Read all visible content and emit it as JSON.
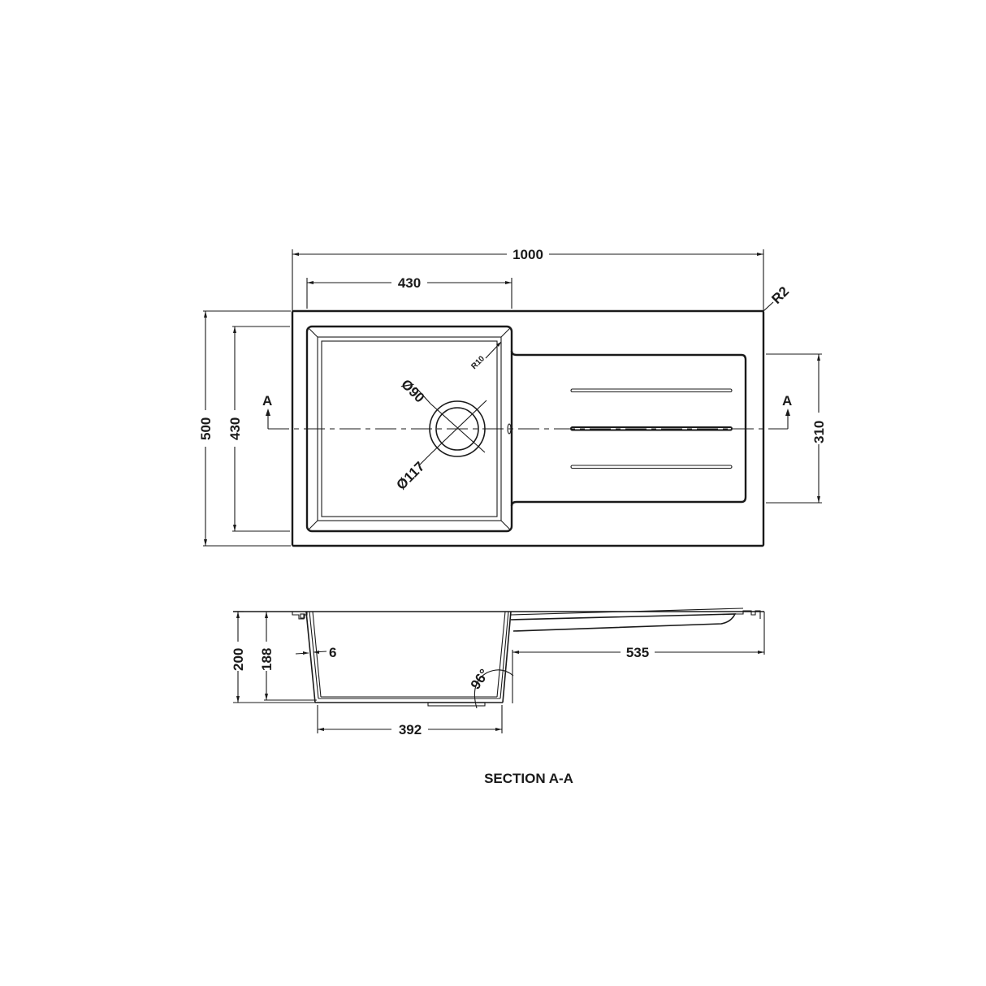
{
  "drawing": {
    "title": "SECTION A-A",
    "plan_view": {
      "overall_width": "1000",
      "bowl_width": "430",
      "overall_depth": "500",
      "bowl_depth": "430",
      "drainer_depth": "310",
      "corner_radius_outer": "R2",
      "corner_radius_bowl": "R10",
      "waste_inner_diameter": "Ø90",
      "waste_outer_diameter": "Ø117",
      "section_marker_left": "A",
      "section_marker_right": "A"
    },
    "section_view": {
      "overall_height": "200",
      "bowl_depth": "188",
      "wall_thickness": "6",
      "bowl_base_width": "392",
      "drainer_length": "535",
      "wall_angle": "96°"
    }
  },
  "colors": {
    "line": "#1a1a1a",
    "background": "#ffffff"
  }
}
